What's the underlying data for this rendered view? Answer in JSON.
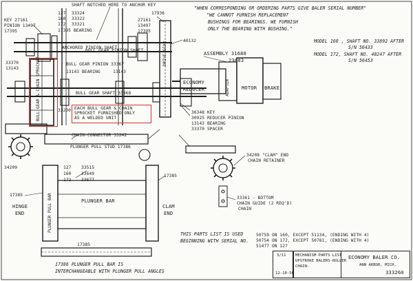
{
  "header_note": {
    "line1": "\"WHEN CORRESPONDING OR ORDERING PARTS GIVE BALER SERIAL NUMBER\"",
    "line2": "\"WE CANNOT FURNISH REPLACEMENT",
    "line3": "BUSHINGS FOR BEARINGS. WE FURNISH",
    "line4": "ONLY THE BEARING WITH BUSHING.\""
  },
  "model_notes": {
    "line1": "MODEL 160 , SHAFT NO. 33892 AFTER",
    "line2": "S/N 56433",
    "line3": "MODEL 172, SHAFT NO. 40247 AFTER",
    "line4": "S/N 56453"
  },
  "callouts": {
    "shaft_hole": "SHAFT NOTCHED HERE TO ANCHOR KEY",
    "key": "KEY 27161",
    "pinion": "PINION 13497",
    "p17395a": "17395",
    "p127": "127",
    "p33324": "33324",
    "p160": "160",
    "p33322": "33322",
    "p172": "172",
    "p33321": "33321",
    "bearing_17395": "17395 BEARING",
    "anchored_pinion_shaft": "ANCHORED PINION SHAFT",
    "bull_gear_pinion_shaft": "BULL GEAR PINION SHAFT",
    "p27161": "27161",
    "p13497": "13497",
    "p17395b": "17395",
    "p17936": "17936",
    "drive_gear": "DRIVE GEAR",
    "p40132": "40132",
    "assembly": "ASSEMBLY 31680",
    "p23083": "23083",
    "economy": "ECONOMY",
    "reducer": "REDUCER",
    "adapter": "ADAPTER",
    "motor": "MOTOR",
    "brake": "BRAKE",
    "p33370": "33370",
    "p13143": "13143",
    "p33367": "33367",
    "bull_gear_pinion": "BULL GEAR PINION 33367",
    "bearing_13143": "13143 BEARING",
    "p13143b": "13143",
    "bull_gear_shaft": "BULL GEAR SHAFT 33368",
    "bull_gear_sprocket": "BULL GEAR & CHAIN SPROCKET",
    "p33230": "33230",
    "welded_note_1": "EACH BULL GEAR & CHAIN",
    "welded_note_2": "SPROCKET FURNISHED ONLY",
    "welded_note_3": "AS A WELDED UNIT",
    "key_36348": "36348 KEY",
    "reducer_pinion": "30925 REDUCER PINION",
    "bearing_13143c": "13143 BEARING",
    "spacer": "33370 SPACER",
    "chain_connector": "CHAIN-CONNECTOR 33242",
    "plunger_pull_stud": "PLUNGER PULL STUD 17386",
    "p34209": "34209",
    "p127b": "127",
    "p33515": "33515",
    "p160b": "160",
    "p33649": "33649",
    "p172b": "172",
    "p33677": "33677",
    "plunger_pull_bar": "PLUNGER PULL BAR",
    "p17385a": "17385",
    "p17385b": "17385",
    "hinge_end": "HINGE",
    "hinge_end2": "END",
    "plunger_bar": "PLUNGER BAR",
    "clam_end": "CLAM",
    "clam_end2": "END",
    "chain_retainer": "34208 \"CLAM\" END",
    "chain_retainer2": "CHAIN RETAINER",
    "bottom_chain": "33361 - BOTTOM",
    "bottom_chain2": "CHAIN GUIDE (2 REQ'D)",
    "chain": "CHAIN",
    "p17385c": "17385",
    "pull_bar_note_1": "17386 PLUNGER PULL BAR IS",
    "pull_bar_note_2": "INTERCHANGEABLE WITH PLUNGER PULL ANGLES"
  },
  "serial_note": {
    "line1": "THIS PARTS LIST IS USED",
    "line2": "BEGINNING WITH SERIAL NO.",
    "s1": "50759 ON 160, EXCEPT 51134, (ENDING WITH 4)",
    "s2": "50754 ON 172, EXCEPT 50781, (ENDING WITH 4)",
    "s3": "51477 ON 127"
  },
  "title_block": {
    "date_label": "3/11",
    "title_1": "MECHANISM PARTS LIST",
    "title_2": "UPSTROKE BALERS-ROLLER",
    "title_3": "CHAIN-",
    "date": "12-10-56",
    "company": "ECONOMY BALER CO.",
    "city": "ANN ARBOR, MICH.",
    "part_no": "333260"
  },
  "colors": {
    "ink": "#1c1c1c",
    "highlight": "#d8322f",
    "paper": "#fbfbf8"
  }
}
